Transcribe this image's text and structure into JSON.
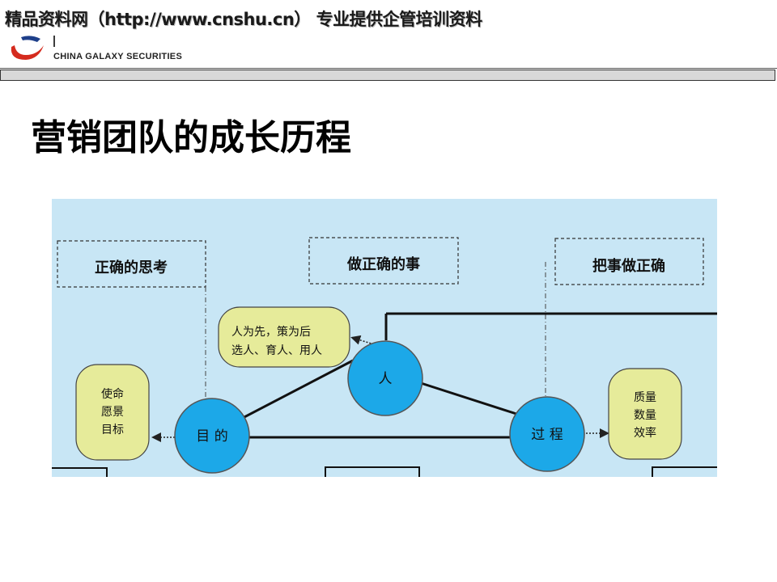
{
  "header": {
    "watermark": "精品资料网（http://www.cnshu.cn） 专业提供企管培训资料",
    "logo_en": "CHINA GALAXY SECURITIES"
  },
  "slide": {
    "title": "营销团队的成长历程"
  },
  "diagram": {
    "colors": {
      "background": "#c8e6f5",
      "circle": "#1ca8e8",
      "note": "#e6eb9a"
    },
    "boxes": {
      "left": "正确的思考",
      "center": "做正确的事",
      "right": "把事做正确"
    },
    "circles": {
      "top": "人",
      "left": "目 的",
      "right": "过 程"
    },
    "notes": {
      "top_line1": "人为先，策为后",
      "top_line2": "选人、育人、用人",
      "left_line1": "使命",
      "left_line2": "愿景",
      "left_line3": "目标",
      "right_line1": "质量",
      "right_line2": "数量",
      "right_line3": "效率"
    }
  }
}
